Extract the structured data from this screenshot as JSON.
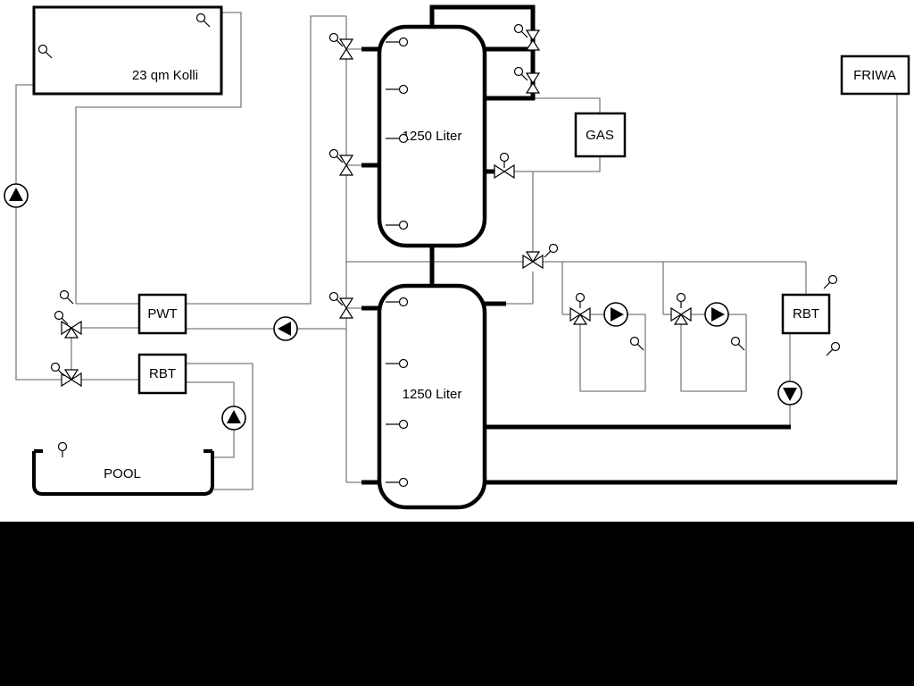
{
  "diagram": {
    "boxes": {
      "collector": {
        "label": "23 qm Kolli"
      },
      "buffer_tank_top": {
        "label": "1250 Liter"
      },
      "buffer_tank_bottom": {
        "label": "1250 Liter"
      },
      "gas_boiler": {
        "label": "GAS"
      },
      "friwa": {
        "label": "FRIWA"
      },
      "pwt": {
        "label": "PWT"
      },
      "rbt_left": {
        "label": "RBT"
      },
      "rbt_right": {
        "label": "RBT"
      },
      "pool": {
        "label": "POOL"
      }
    },
    "colors": {
      "background": "#ffffff",
      "line": "#7d7d7d",
      "pipe": "#000000",
      "footer_bar": "#000000",
      "symbol_fill": "#ffffff",
      "symbol_stroke": "#000000"
    },
    "icons": {
      "pump": "circle-with-filled-triangle",
      "valve": "bowtie-triangle-pair",
      "three_way_valve": "bowtie-with-branch-triangle",
      "sensor": "small-circle-with-stem",
      "actuator": "small-circle-on-valve-stem"
    },
    "component_counts": {
      "pumps": 6,
      "valves": 10,
      "sensors": 21,
      "tanks": 2
    }
  }
}
